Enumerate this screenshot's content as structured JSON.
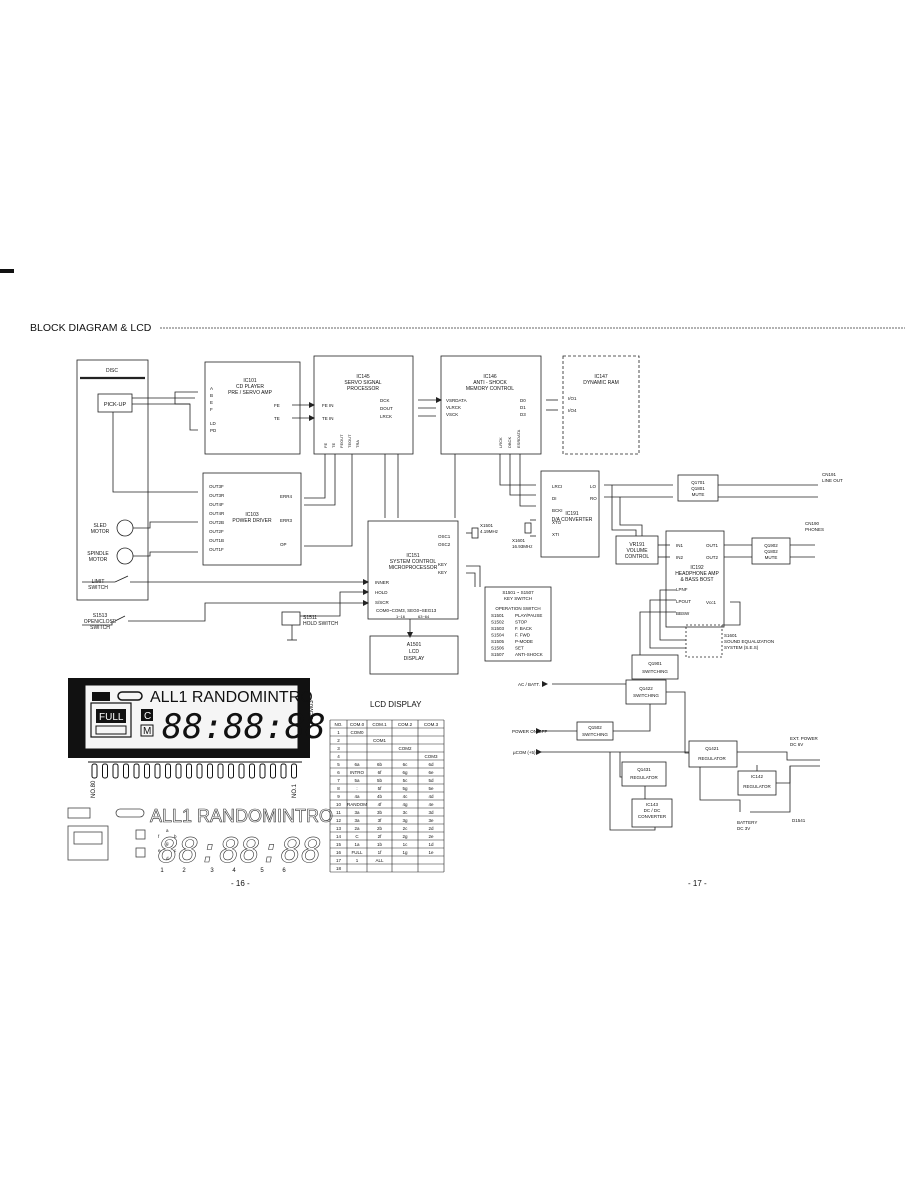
{
  "header": {
    "title": "BLOCK DIAGRAM & LCD"
  },
  "blocks": {
    "disc_label": "DISC",
    "pickup_label": "PICK-UP",
    "sled_motor": [
      "SLED",
      "MOTOR"
    ],
    "spindle_motor": [
      "SPINDLE",
      "MOTOR"
    ],
    "limit_switch": [
      "LIMIT",
      "SWITCH"
    ],
    "open_close": [
      "S1513",
      "OPEN/CLOSE",
      "SWITCH"
    ],
    "ic101": [
      "IC101",
      "CD PLAYER",
      "PRE / SERVO AMP"
    ],
    "ic101_pins_left": [
      "A",
      "B",
      "E",
      "F",
      "",
      "LD",
      "PD"
    ],
    "ic101_pins_right": [
      "FE",
      "TE"
    ],
    "ic103": [
      "IC103",
      "POWER DRIVER"
    ],
    "ic103_pins_left": [
      "OUT3F",
      "OUT3R",
      "OUT4F",
      "OUT4R",
      "OUT2B",
      "OUT2F",
      "OUT1B",
      "OUT1F"
    ],
    "ic103_pins_right": [
      "ERR4",
      "ERR3",
      "OP"
    ],
    "ic145": [
      "IC145",
      "SERVO SIGNAL",
      "PROCESSOR"
    ],
    "ic145_pins_left": [
      "FE IN",
      "TE IN"
    ],
    "ic145_pins_right": [
      "DCK",
      "DOUT",
      "LRCK"
    ],
    "ic145_pins_bottom": [
      "FE",
      "TE",
      "FEOUT",
      "TEOUT",
      "TRA"
    ],
    "ic146": [
      "IC146",
      "ANTI - SHOCK",
      "MEMORY  CONTROL"
    ],
    "ic146_pins_left": [
      "VSRDATA",
      "VLRCK",
      "VSCK"
    ],
    "ic146_pins_right": [
      "D0",
      "D1",
      "D3"
    ],
    "ic146_pins_bottom": [
      "LRCK",
      "DBCK",
      "ESRDATA"
    ],
    "ic147": [
      "IC147",
      "DYNAMIC  RAM"
    ],
    "ic147_pins": [
      "I/O1",
      "I/O4"
    ],
    "ic151": [
      "IC151",
      "SYSTEM  CONTROL",
      "MICROPROCESSOR"
    ],
    "ic151_pins_left": [
      "INNER",
      "HOLD",
      "S/SCR"
    ],
    "ic151_pins_right": [
      "OSC1",
      "OSC2",
      "KEY",
      "KEY"
    ],
    "ic151_bus": "COM0~COM3, SEG0~SEG13",
    "ic151_bus_pins": [
      "1~16",
      "63~64"
    ],
    "x1501": [
      "X1501",
      "4.19MHz"
    ],
    "s1511": [
      "S1511",
      "HOLD  SWITCH"
    ],
    "lcd_block": [
      "A1501",
      "LCD",
      "DISPLAY"
    ],
    "ic191": [
      "IC191",
      "D/A  CONVERTER"
    ],
    "ic191_pins": [
      "LRCI",
      "DI",
      "BCKI",
      "XTO",
      "XTI"
    ],
    "x1601": [
      "X1601",
      "16.93MHz"
    ],
    "ic191_out": [
      "LO",
      "RO"
    ],
    "q1701": [
      "Q1701",
      "Q1801",
      "MUTE"
    ],
    "cn191": [
      "CN191",
      "LINE  OUT"
    ],
    "vr191": [
      "VR191",
      "VOLUME",
      "CONTROL"
    ],
    "ic192": [
      "IC192",
      "HEADPHONE  AMP",
      "& BASS  BOST"
    ],
    "ic192_pins": [
      "IN1",
      "IN2",
      "LPNF",
      "LPOUT",
      "BBSW",
      "OUT1",
      "OUT2",
      "Vcc1"
    ],
    "q1902": [
      "Q1902",
      "Q1802",
      "MUTE"
    ],
    "cn190": [
      "CN190",
      "PHONES"
    ],
    "s1601": [
      "S1601",
      "SOUND  EQUALIZATION",
      "SYSTEM (S.E.S)"
    ],
    "q1901": [
      "Q1901",
      "SWITCHING"
    ],
    "key_switch": {
      "title": [
        "S1501 ~ S1507",
        "KEY  SWITCH"
      ],
      "subtitle": "OPERATION  SWITCH",
      "rows": [
        [
          "S1501",
          "PLAY/PAUSE"
        ],
        [
          "S1502",
          "STOP"
        ],
        [
          "S1503",
          "F. BACK"
        ],
        [
          "S1504",
          "F. FWD"
        ],
        [
          "S1505",
          "P-MODE"
        ],
        [
          "S1506",
          "SET"
        ],
        [
          "S1507",
          "ANTI-SHOCK"
        ]
      ]
    },
    "power": {
      "ac_batt": "AC / BATT.",
      "power_onoff": "POWER ON/OFF",
      "ucom": "µCOM (+5)",
      "q1422": [
        "Q1422",
        "SWITCHING"
      ],
      "q1502": [
        "Q1502",
        "SWITCHING"
      ],
      "q1431": [
        "Q1431",
        "REGULATOR"
      ],
      "q1421": [
        "Q1421",
        "REGULATOR"
      ],
      "ic142": [
        "IC142",
        "REGULATOR"
      ],
      "ic143": [
        "IC143",
        "DC / DC",
        "CONVERTER"
      ],
      "ext_power": [
        "EXT. POWER",
        "DC 6V"
      ],
      "battery": [
        "BATTERY",
        "DC 3V"
      ],
      "d1541": "D1541"
    }
  },
  "lcd_panel": {
    "top_row": "ALL1 RANDOMINTRO",
    "full_label": "FULL",
    "c_label": "C",
    "m_label": "M",
    "digits": "88:88:88",
    "right_label": "SEM03",
    "left_pin_label": "NO.80",
    "right_pin_label": "NO.1",
    "digit_numbers": [
      "1",
      "2",
      "3",
      "4",
      "5",
      "6"
    ],
    "segment_marks": [
      "f",
      "a",
      "e",
      "g",
      "d",
      "b",
      "c"
    ]
  },
  "lcd_table": {
    "title": "LCD DISPLAY",
    "columns": [
      "NO.",
      "COM.0",
      "COM.1",
      "COM.2",
      "COM.3"
    ],
    "rows": [
      [
        "1",
        "COM0",
        "",
        "",
        ""
      ],
      [
        "2",
        "",
        "COM1",
        "",
        ""
      ],
      [
        "3",
        "",
        "",
        "COM2",
        ""
      ],
      [
        "4",
        "",
        "",
        "",
        "COM3"
      ],
      [
        "5",
        "6a",
        "6b",
        "6c",
        "6d"
      ],
      [
        "6",
        "INTRO",
        "6f",
        "6g",
        "6e"
      ],
      [
        "7",
        "5a",
        "5b",
        "5c",
        "5d"
      ],
      [
        "8",
        ":",
        "5f",
        "5g",
        "5e"
      ],
      [
        "9",
        "4a",
        "4b",
        "4c",
        "4d"
      ],
      [
        "10",
        "RANDOM",
        "4f",
        "4g",
        "4e"
      ],
      [
        "11",
        "3a",
        "3b",
        "3c",
        "3d"
      ],
      [
        "12",
        "3a",
        "3f",
        "3g",
        "3e"
      ],
      [
        "13",
        "2a",
        "2b",
        "2c",
        "2d"
      ],
      [
        "14",
        "C",
        "2f",
        "2g",
        "2e"
      ],
      [
        "15",
        "1a",
        "1b",
        "1c",
        "1d"
      ],
      [
        "16",
        "FULL",
        "1f",
        "1g",
        "1e"
      ],
      [
        "17",
        "1",
        "ALL",
        "",
        ""
      ],
      [
        "18",
        "",
        "",
        "",
        ""
      ]
    ]
  },
  "page_numbers": [
    "- 16 -",
    "- 17 -"
  ]
}
